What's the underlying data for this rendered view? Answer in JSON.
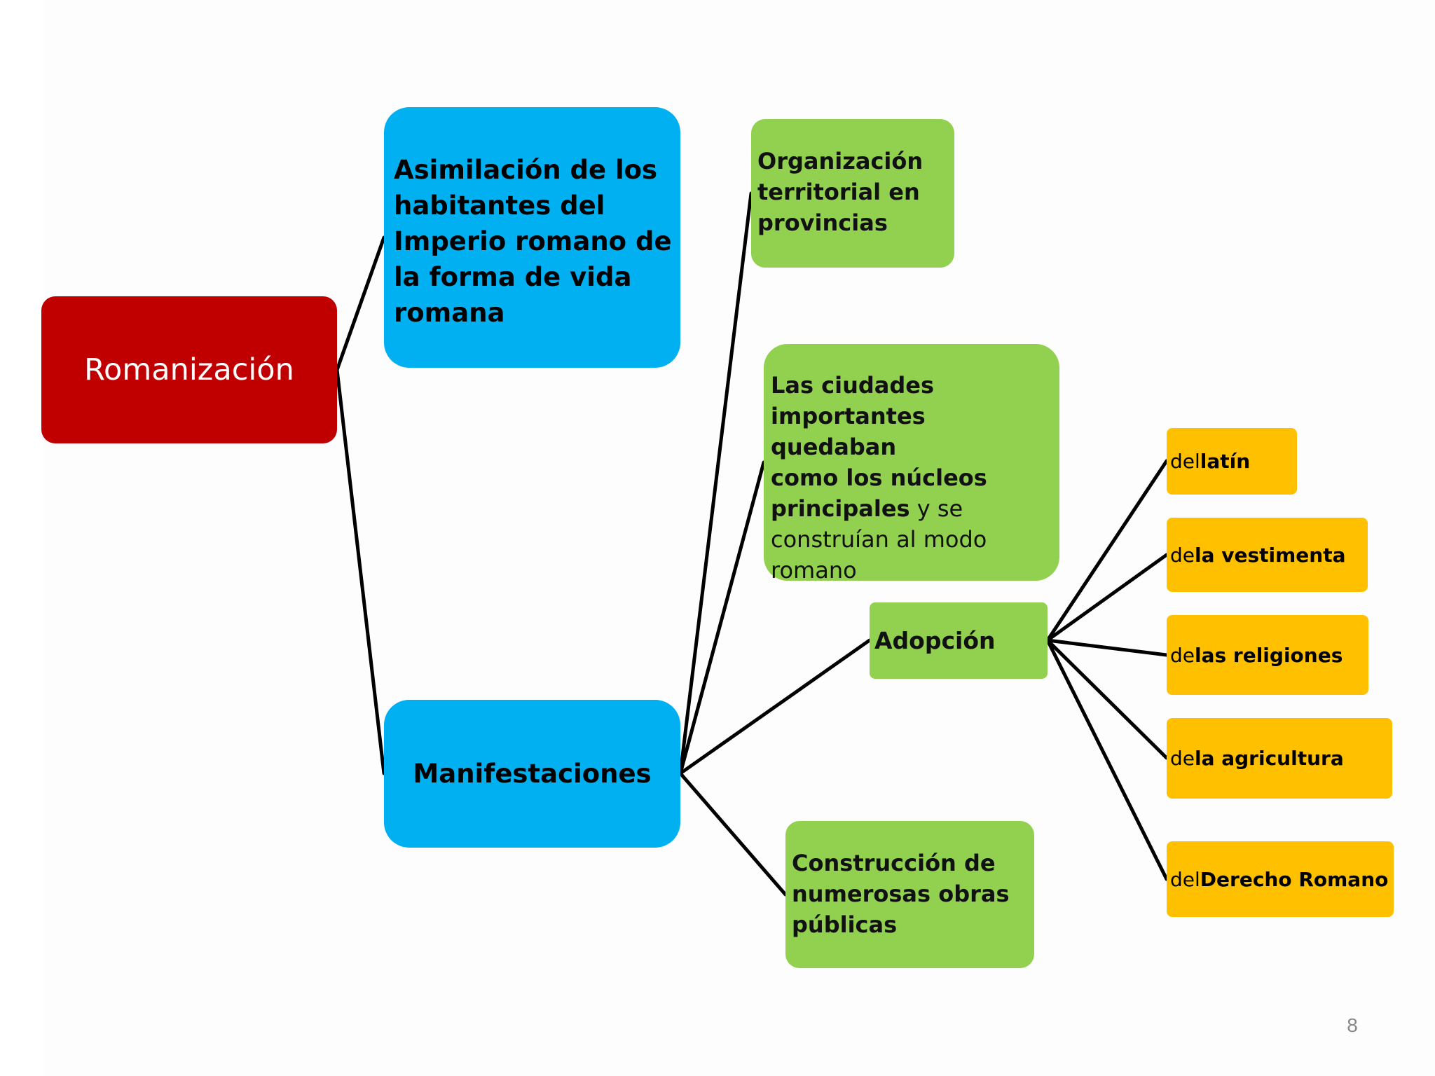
{
  "diagram": {
    "root": {
      "label": "Romanización"
    },
    "definition": {
      "lines": [
        "Asimilación de los",
        "habitantes del",
        "Imperio romano de",
        "la forma de vida",
        "romana"
      ]
    },
    "manifestations": {
      "label": "Manifestaciones",
      "items": [
        {
          "lines": [
            "Organización",
            "territorial en",
            "provincias"
          ]
        },
        {
          "bold_lines": [
            "Las ciudades",
            "importantes quedaban",
            "como los núcleos",
            "principales"
          ],
          "bold_suffix_plain": " y se",
          "plain_lines": [
            "construían al modo",
            "romano"
          ]
        },
        {
          "label": "Adopción",
          "children": [
            {
              "prefix": "del ",
              "term": "latín"
            },
            {
              "prefix": "de ",
              "term": "la vestimenta"
            },
            {
              "prefix": "de ",
              "term": "las religiones"
            },
            {
              "prefix": "de ",
              "term": "la agricultura"
            },
            {
              "prefix": "del ",
              "term": "Derecho Romano"
            }
          ]
        },
        {
          "lines": [
            "Construcción de",
            "numerosas obras",
            "públicas"
          ]
        }
      ]
    }
  },
  "page_number": "8",
  "colors": {
    "root": "#c00000",
    "level1": "#00b0f0",
    "level2": "#92d050",
    "level3": "#ffc000",
    "connector": "#000000"
  }
}
